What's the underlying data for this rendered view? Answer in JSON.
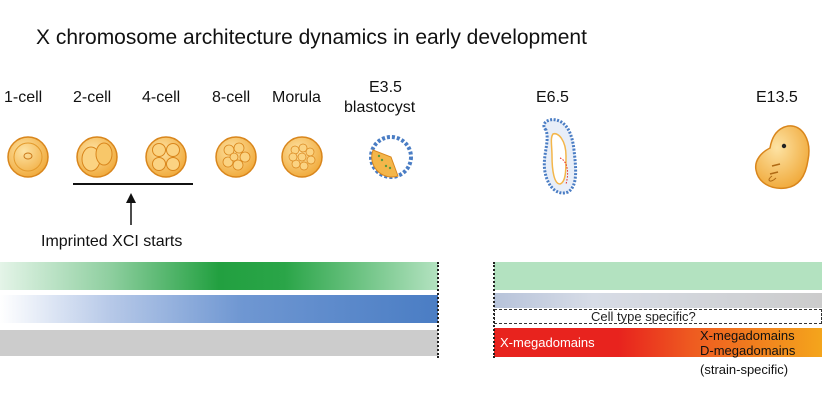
{
  "title": "X chromosome architecture dynamics in early development",
  "stages": {
    "s1": "1-cell",
    "s2": "2-cell",
    "s3": "4-cell",
    "s4": "8-cell",
    "s5": "Morula",
    "s6": "E3.5",
    "s6b": "blastocyst",
    "s7": "E6.5",
    "s8": "E13.5"
  },
  "annotation": "Imprinted XCI starts",
  "labels": {
    "cell_type": "Cell type specific?",
    "x_mega_left": "X-megadomains",
    "x_mega_right": "X-megadomains",
    "d_mega": "D-megadomains",
    "strain": "(strain-specific)"
  },
  "colors": {
    "embryo_fill": "#f4b64a",
    "embryo_stroke": "#d9861c",
    "green_dark": "#22a040",
    "green_light": "#b3e2c0",
    "blue": "#4a7dc4",
    "gray": "#cccccc",
    "red": "#e8231e",
    "orange": "#f4a51c"
  }
}
